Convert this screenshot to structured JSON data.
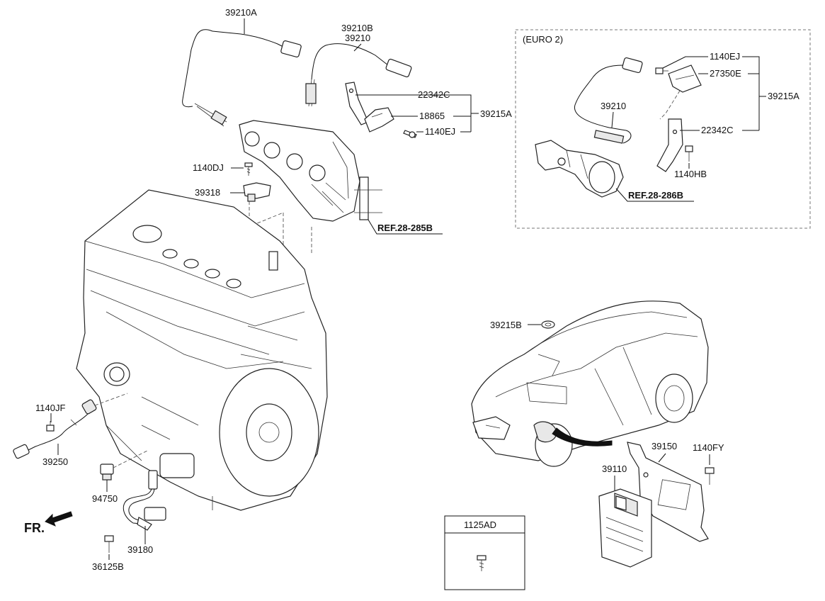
{
  "labels": {
    "p39210A": "39210A",
    "p39210B": "39210B",
    "p39210": "39210",
    "p22342C": "22342C",
    "p18865": "18865",
    "p1140EJ": "1140EJ",
    "p39215A": "39215A",
    "p1140DJ": "1140DJ",
    "p39318": "39318",
    "ref285": "REF.28-285B",
    "euro2": "(EURO 2)",
    "e1140EJ": "1140EJ",
    "e27350E": "27350E",
    "e39215A": "39215A",
    "e39210": "39210",
    "e22342C": "22342C",
    "e1140HB": "1140HB",
    "ref286": "REF.28-286B",
    "p39215B": "39215B",
    "p1140JF": "1140JF",
    "p39250": "39250",
    "p94750": "94750",
    "fr": "FR.",
    "p36125B": "36125B",
    "p39180": "39180",
    "p39150": "39150",
    "p1140FY": "1140FY",
    "p39110": "39110",
    "p1125AD": "1125AD"
  }
}
